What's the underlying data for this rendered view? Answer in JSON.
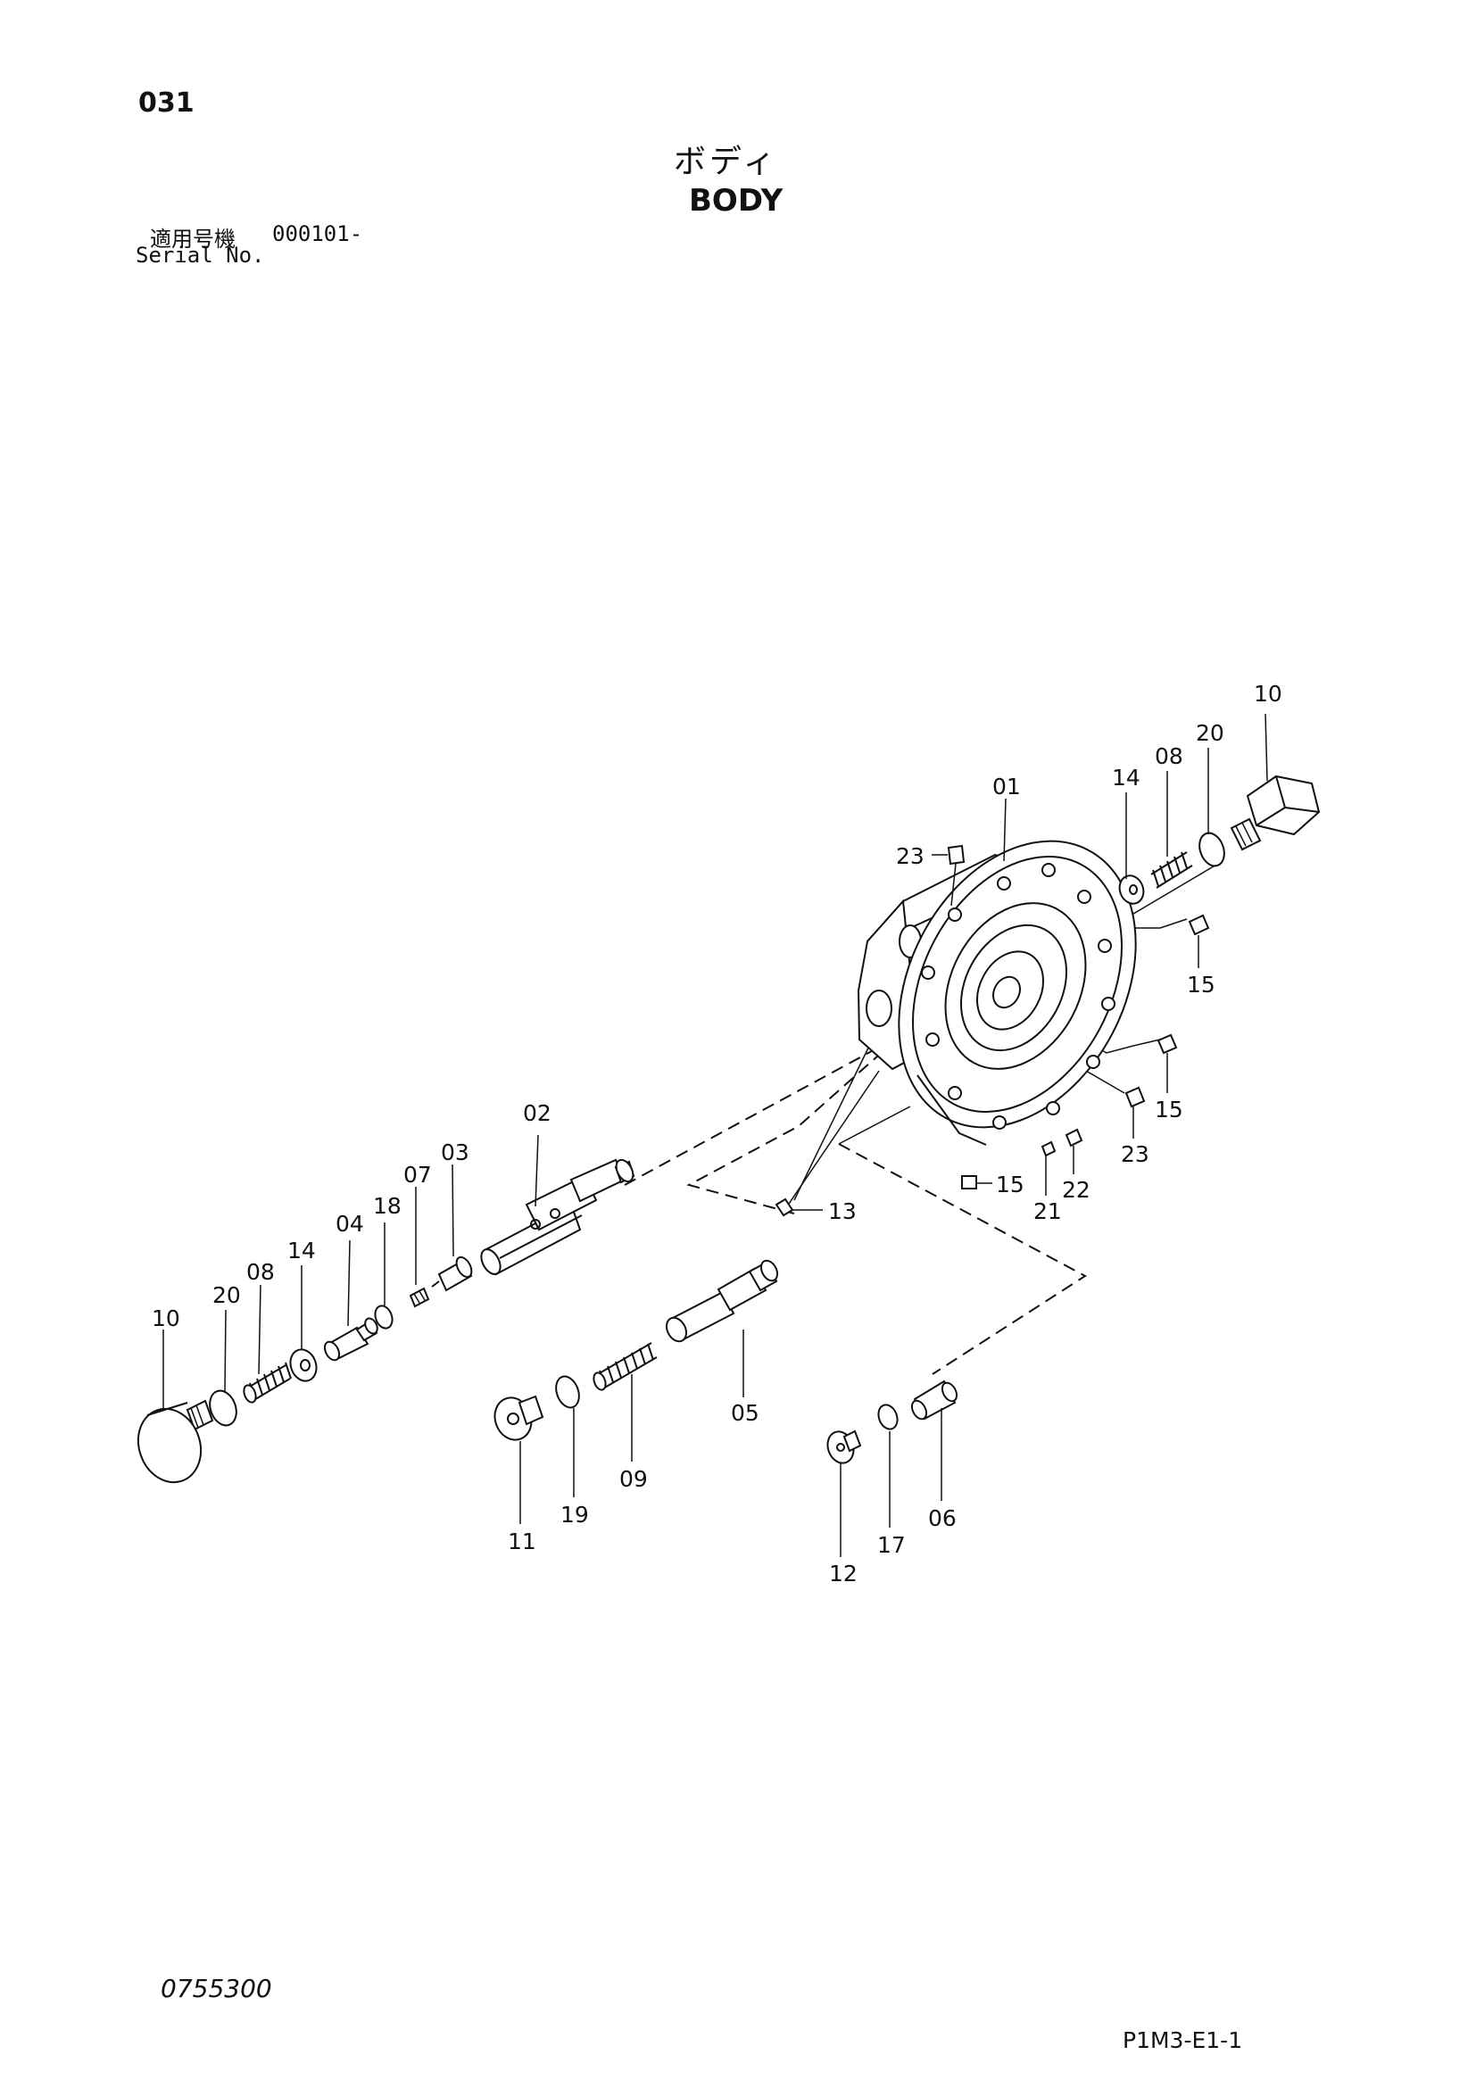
{
  "header": {
    "page_number": "031",
    "title_jp": "ボディ",
    "title_en": "BODY",
    "serial_label_jp": "適用号機",
    "serial_value": "000101-",
    "serial_label_en": "Serial No."
  },
  "footer": {
    "document_code": "0755300",
    "sheet_code": "P1M3-E1-1"
  },
  "parts": [
    {
      "id": "body",
      "label": "01"
    },
    {
      "id": "spool",
      "label": "02"
    },
    {
      "id": "pin-03",
      "label": "03"
    },
    {
      "id": "poppet-04",
      "label": "04"
    },
    {
      "id": "piston-05",
      "label": "05"
    },
    {
      "id": "plunger-06",
      "label": "06"
    },
    {
      "id": "pin-07",
      "label": "07"
    },
    {
      "id": "spring-08-left",
      "label": "08"
    },
    {
      "id": "spring-08-right",
      "label": "08"
    },
    {
      "id": "spring-09",
      "label": "09"
    },
    {
      "id": "plug-10-left",
      "label": "10"
    },
    {
      "id": "plug-10-right",
      "label": "10"
    },
    {
      "id": "plug-11",
      "label": "11"
    },
    {
      "id": "plug-12",
      "label": "12"
    },
    {
      "id": "plug-13",
      "label": "13"
    },
    {
      "id": "washer-14-left",
      "label": "14"
    },
    {
      "id": "washer-14-right",
      "label": "14"
    },
    {
      "id": "plug-15-upper",
      "label": "15"
    },
    {
      "id": "plug-15-middle",
      "label": "15"
    },
    {
      "id": "plug-15-lower",
      "label": "15"
    },
    {
      "id": "oring-17",
      "label": "17"
    },
    {
      "id": "oring-18",
      "label": "18"
    },
    {
      "id": "oring-19",
      "label": "19"
    },
    {
      "id": "oring-20-left",
      "label": "20"
    },
    {
      "id": "oring-20-right",
      "label": "20"
    },
    {
      "id": "plug-21",
      "label": "21"
    },
    {
      "id": "plug-22",
      "label": "22"
    },
    {
      "id": "plug-23-top",
      "label": "23"
    },
    {
      "id": "plug-23-right",
      "label": "23"
    }
  ]
}
